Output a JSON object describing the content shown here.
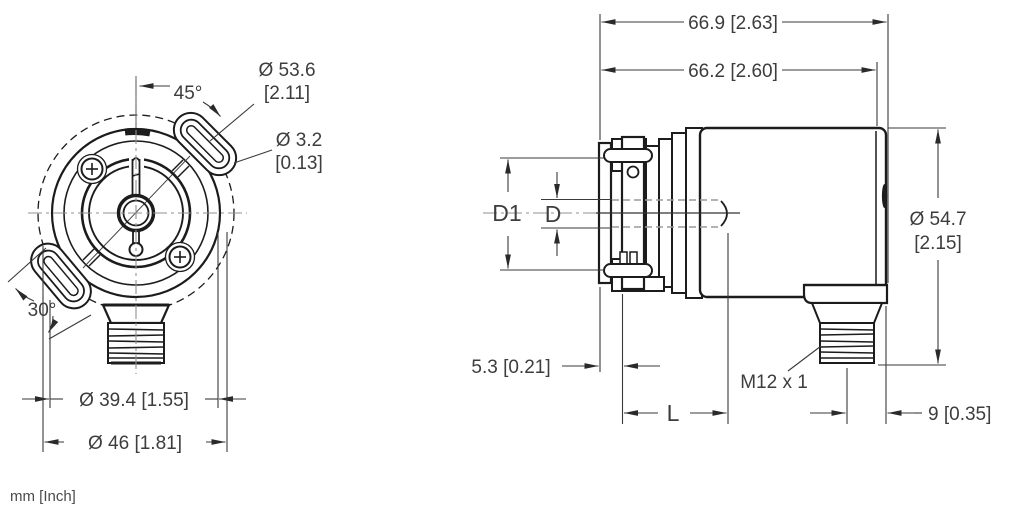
{
  "drawing": {
    "units_note": "mm [Inch]",
    "front_view": {
      "angle_top": "45°",
      "slot_circle_diameter": "Ø 53.6",
      "slot_circle_diameter_inch": "[2.11]",
      "slot_width_diameter": "Ø 3.2",
      "slot_width_diameter_inch": "[0.13]",
      "angle_bottom": "30°",
      "flange_diameter": "Ø 39.4 [1.55]",
      "body_diameter": "Ø 46 [1.81]"
    },
    "side_view": {
      "total_length": "66.9 [2.63]",
      "body_length": "66.2 [2.60]",
      "clamp_diameter_label": "D1",
      "shaft_diameter_label": "D",
      "housing_diameter": "Ø 54.7",
      "housing_diameter_inch": "[2.15]",
      "flange_offset": "5.3 [0.21]",
      "insertion_depth_label": "L",
      "connector_thread": "M12 x 1",
      "connector_offset": "9 [0.35]"
    }
  }
}
